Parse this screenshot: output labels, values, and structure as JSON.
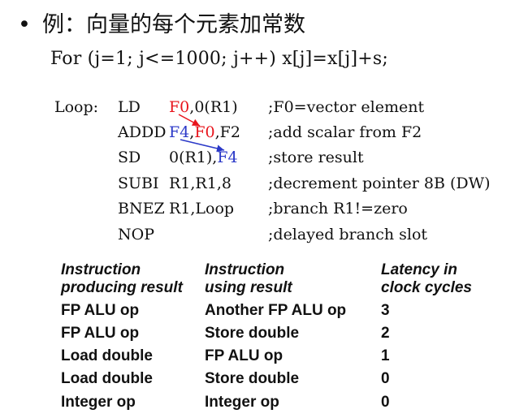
{
  "bullet": {
    "glyph": "•",
    "title": "例：向量的每个元素加常数"
  },
  "loop_statement": "For (j=1; j<=1000; j++) x[j]=x[j]+s;",
  "code": {
    "label": "Loop:",
    "lines": [
      {
        "op": "LD",
        "a": "F0",
        "sep": ",",
        "b": "0(R1)",
        "c": "",
        "comment": ";F0=vector element"
      },
      {
        "op": "ADDD",
        "a": "F4",
        "sep": ",",
        "b": "F0",
        "c": ",F2",
        "comment": ";add scalar from F2"
      },
      {
        "op": "SD",
        "a": "0(R1),",
        "sep": "",
        "b": "F4",
        "c": "",
        "comment": ";store result"
      },
      {
        "op": "SUBI",
        "a": "R1,R1,8",
        "sep": "",
        "b": "",
        "c": "",
        "comment": ";decrement pointer 8B (DW)"
      },
      {
        "op": "BNEZ",
        "a": "R1,Loop",
        "sep": "",
        "b": "",
        "c": "",
        "comment": ";branch R1!=zero"
      },
      {
        "op": "NOP",
        "a": "",
        "sep": "",
        "b": "",
        "c": "",
        "comment": ";delayed branch slot"
      }
    ]
  },
  "colors": {
    "red": "#e8141c",
    "blue": "#2b39c8"
  },
  "table": {
    "headers": [
      [
        "Instruction",
        "producing result"
      ],
      [
        "Instruction",
        "using result"
      ],
      [
        "Latency in",
        "clock cycles"
      ]
    ],
    "rows": [
      [
        "FP ALU op",
        "Another FP ALU op",
        "3"
      ],
      [
        "FP ALU op",
        "Store double",
        "2"
      ],
      [
        "Load double",
        "FP ALU op",
        "1"
      ],
      [
        "Load double",
        "Store double",
        "0"
      ],
      [
        "Integer op",
        "Integer op",
        "0"
      ]
    ]
  }
}
